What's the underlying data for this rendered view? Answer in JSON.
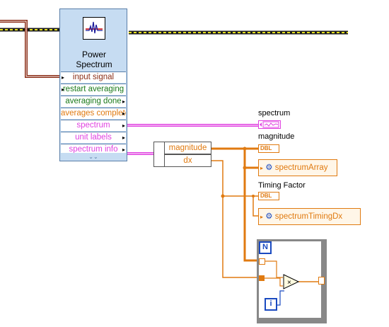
{
  "express_vi": {
    "title_line1": "Power",
    "title_line2": "Spectrum",
    "icon": "spectrum-plot-icon",
    "terminals": [
      {
        "label": "input signal",
        "color": "#8b2e17",
        "direction": "input"
      },
      {
        "label": "restart averaging",
        "color": "#1a7a1a",
        "direction": "input"
      },
      {
        "label": "averaging done",
        "color": "#1a7a1a",
        "direction": "output"
      },
      {
        "label": "averages completed",
        "color": "#e07a10",
        "direction": "output"
      },
      {
        "label": "spectrum",
        "color": "#e040e0",
        "direction": "output"
      },
      {
        "label": "unit labels",
        "color": "#e040e0",
        "direction": "output"
      },
      {
        "label": "spectrum info",
        "color": "#e040e0",
        "direction": "output"
      }
    ]
  },
  "unbundle": {
    "items": [
      "magnitude",
      "dx"
    ]
  },
  "indicators": {
    "spectrum": {
      "label": "spectrum",
      "type": "waveform-graph-indicator"
    },
    "magnitude": {
      "label": "magnitude",
      "type": "DBL"
    },
    "timing": {
      "label": "Timing Factor",
      "type": "DBL"
    }
  },
  "property_nodes": [
    {
      "label": "spectrumArray"
    },
    {
      "label": "spectrumTimingDx"
    }
  ],
  "for_loop": {
    "count_label": "N",
    "index_label": "i",
    "multiply_icon": "multiply-icon"
  },
  "colors": {
    "dynamic_wire": "#1a1a9a",
    "dynamic_wire_accent": "#e6e020",
    "error_wire": "#8b2e17",
    "cluster_wire": "#e040e0",
    "numeric_wire": "#e07a10",
    "express_bg": "#c6dcf2"
  }
}
